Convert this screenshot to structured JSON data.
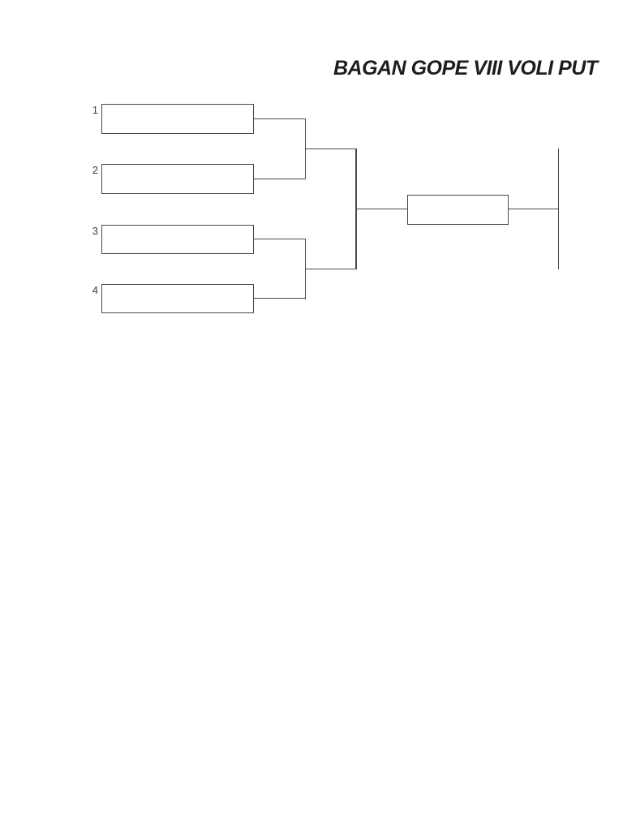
{
  "page": {
    "title": "BAGAN GOPE VIII VOLI PUT",
    "background_color": "#ffffff",
    "line_color": "#4a4a4a",
    "title_color": "#1d1d1d",
    "seed_color": "#3d3d3d"
  },
  "bracket": {
    "seeds": [
      "1",
      "2",
      "3",
      "4"
    ],
    "round1_slots": [
      "",
      "",
      "",
      ""
    ],
    "final_slot": ""
  }
}
